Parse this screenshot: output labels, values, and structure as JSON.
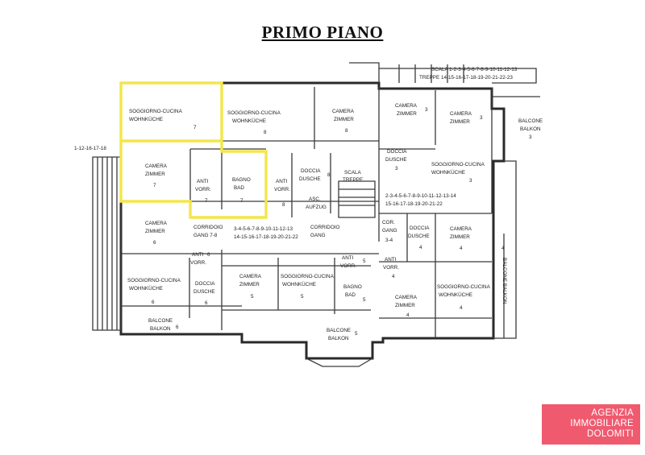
{
  "title": "PRIMO PIANO",
  "colors": {
    "highlight": "#f3e64a",
    "logo_bg": "#ef5a6f",
    "walls": "#2a2a2a"
  },
  "logo": {
    "line1": "AGENZIA",
    "line2": "IMMOBILIARE",
    "line3": "DOLOMITI"
  },
  "labels": {
    "scala_top": "SCALA  1-2-3-4-5-6-7-8-9-10-11-12-13",
    "treppe_top": "TREPPE  14-15-16-17-18-19-20-21-22-23",
    "left_stair": "1-12-16-17-18",
    "r7_soggiorno_1": "SOGGIORNO-CUCINA",
    "r7_soggiorno_2": "WOHNKÜCHE",
    "r7_soggiorno_n": "7",
    "r8_soggiorno_1": "SOGGIORNO-CUCINA",
    "r8_soggiorno_2": "WOHNKÜCHE",
    "r8_soggiorno_n": "8",
    "r8_camera_1": "CAMERA",
    "r8_camera_2": "ZIMMER",
    "r8_camera_n": "8",
    "r3_camera_a_1": "CAMERA",
    "r3_camera_a_2": "ZIMMER",
    "r3_camera_a_n": "3",
    "r3_camera_b_1": "CAMERA",
    "r3_camera_b_2": "ZIMMER",
    "r3_camera_b_n": "3",
    "balcone_r3_1": "BALCONE",
    "balcone_r3_2": "BALKON",
    "balcone_r3_n": "3",
    "r7_camera_1": "CAMERA",
    "r7_camera_2": "ZIMMER",
    "r7_camera_n": "7",
    "r7_anti_1": "ANTI",
    "r7_anti_2": "VORR.",
    "r7_anti_n": "7",
    "r7_bagno_1": "BAGNO",
    "r7_bagno_2": "BAD",
    "r7_bagno_n": "7",
    "r8_anti_1": "ANTI",
    "r8_anti_2": "VORR.",
    "r8_anti_n": "8",
    "r8_doccia_1": "DOCCIA",
    "r8_doccia_2": "DUSCHE",
    "r8_doccia_n": "8",
    "scala_mid_1": "SCALA",
    "scala_mid_2": "TREPPE",
    "r3_doccia_1": "DOCCIA",
    "r3_doccia_2": "DUSCHE",
    "r3_doccia_n": "3",
    "r3_soggiorno_1": "SOGGIORNO-CUCINA",
    "r3_soggiorno_2": "WOHNKÜCHE",
    "r3_soggiorno_n": "3",
    "asc_1": "ASC.",
    "asc_2": "AUFZUG",
    "stair_list_1": "2-3-4-5-6-7-8-9-10-11-12-13-14",
    "stair_list_2": "15-16-17-18-19-20-21-22",
    "r6_camera_1": "CAMERA",
    "r6_camera_2": "ZIMMER",
    "r6_camera_n": "6",
    "corr_left_1": "CORRIDOIO",
    "corr_left_2": "GANG  7-8",
    "corr_nums_1": "3-4-5-6-7-8-9-10-11-12-13",
    "corr_nums_2": "14-15-16-17-18-19-20-21-22",
    "corr_mid_1": "CORRIDOIO",
    "corr_mid_2": "GANG",
    "cor_right_1": "COR.",
    "cor_right_2": "GANG",
    "cor_right_n": "3-4",
    "r4_doccia_1": "DOCCIA",
    "r4_doccia_2": "DUSCHE",
    "r4_doccia_n": "4",
    "r4_camera_a_1": "CAMERA",
    "r4_camera_a_2": "ZIMMER",
    "r4_camera_a_n": "4",
    "r4_balcone_n": "4",
    "r4_balcone_v": "BALCONE BALKON",
    "r6_anti_1": "ANTI",
    "r6_anti_2": "VORR.",
    "r6_anti_n": "6",
    "r5_anti_1": "ANTI",
    "r5_anti_2": "VORR.",
    "r5_anti_n": "5",
    "r4_anti_1": "ANTI",
    "r4_anti_2": "VORR.",
    "r4_anti_n": "4",
    "r6_soggiorno_1": "SOGGIORNO-CUCINA",
    "r6_soggiorno_2": "WOHNKÜCHE",
    "r6_soggiorno_n": "6",
    "r6_doccia_1": "DOCCIA",
    "r6_doccia_2": "DUSCHE",
    "r6_doccia_n": "6",
    "r5_camera_1": "CAMERA",
    "r5_camera_2": "ZIMMER",
    "r5_camera_n": "5",
    "r5_soggiorno_1": "SOGGIORNO-CUCINA",
    "r5_soggiorno_2": "WOHNKÜCHE",
    "r5_soggiorno_n": "5",
    "r5_bagno_1": "BAGNO",
    "r5_bagno_2": "BAD",
    "r5_bagno_n": "5",
    "r4_camera_b_1": "CAMERA",
    "r4_camera_b_2": "ZIMMER",
    "r4_camera_b_n": "4",
    "r4_soggiorno_1": "SOGGIORNO-CUCINA",
    "r4_soggiorno_2": "WOHNKÜCHE",
    "r4_soggiorno_n": "4",
    "balcone_r6_1": "BALCONE",
    "balcone_r6_2": "BALKON",
    "balcone_r6_n": "6",
    "balcone_r5_1": "BALCONE",
    "balcone_r5_2": "BALKON",
    "balcone_r5_n": "5"
  }
}
